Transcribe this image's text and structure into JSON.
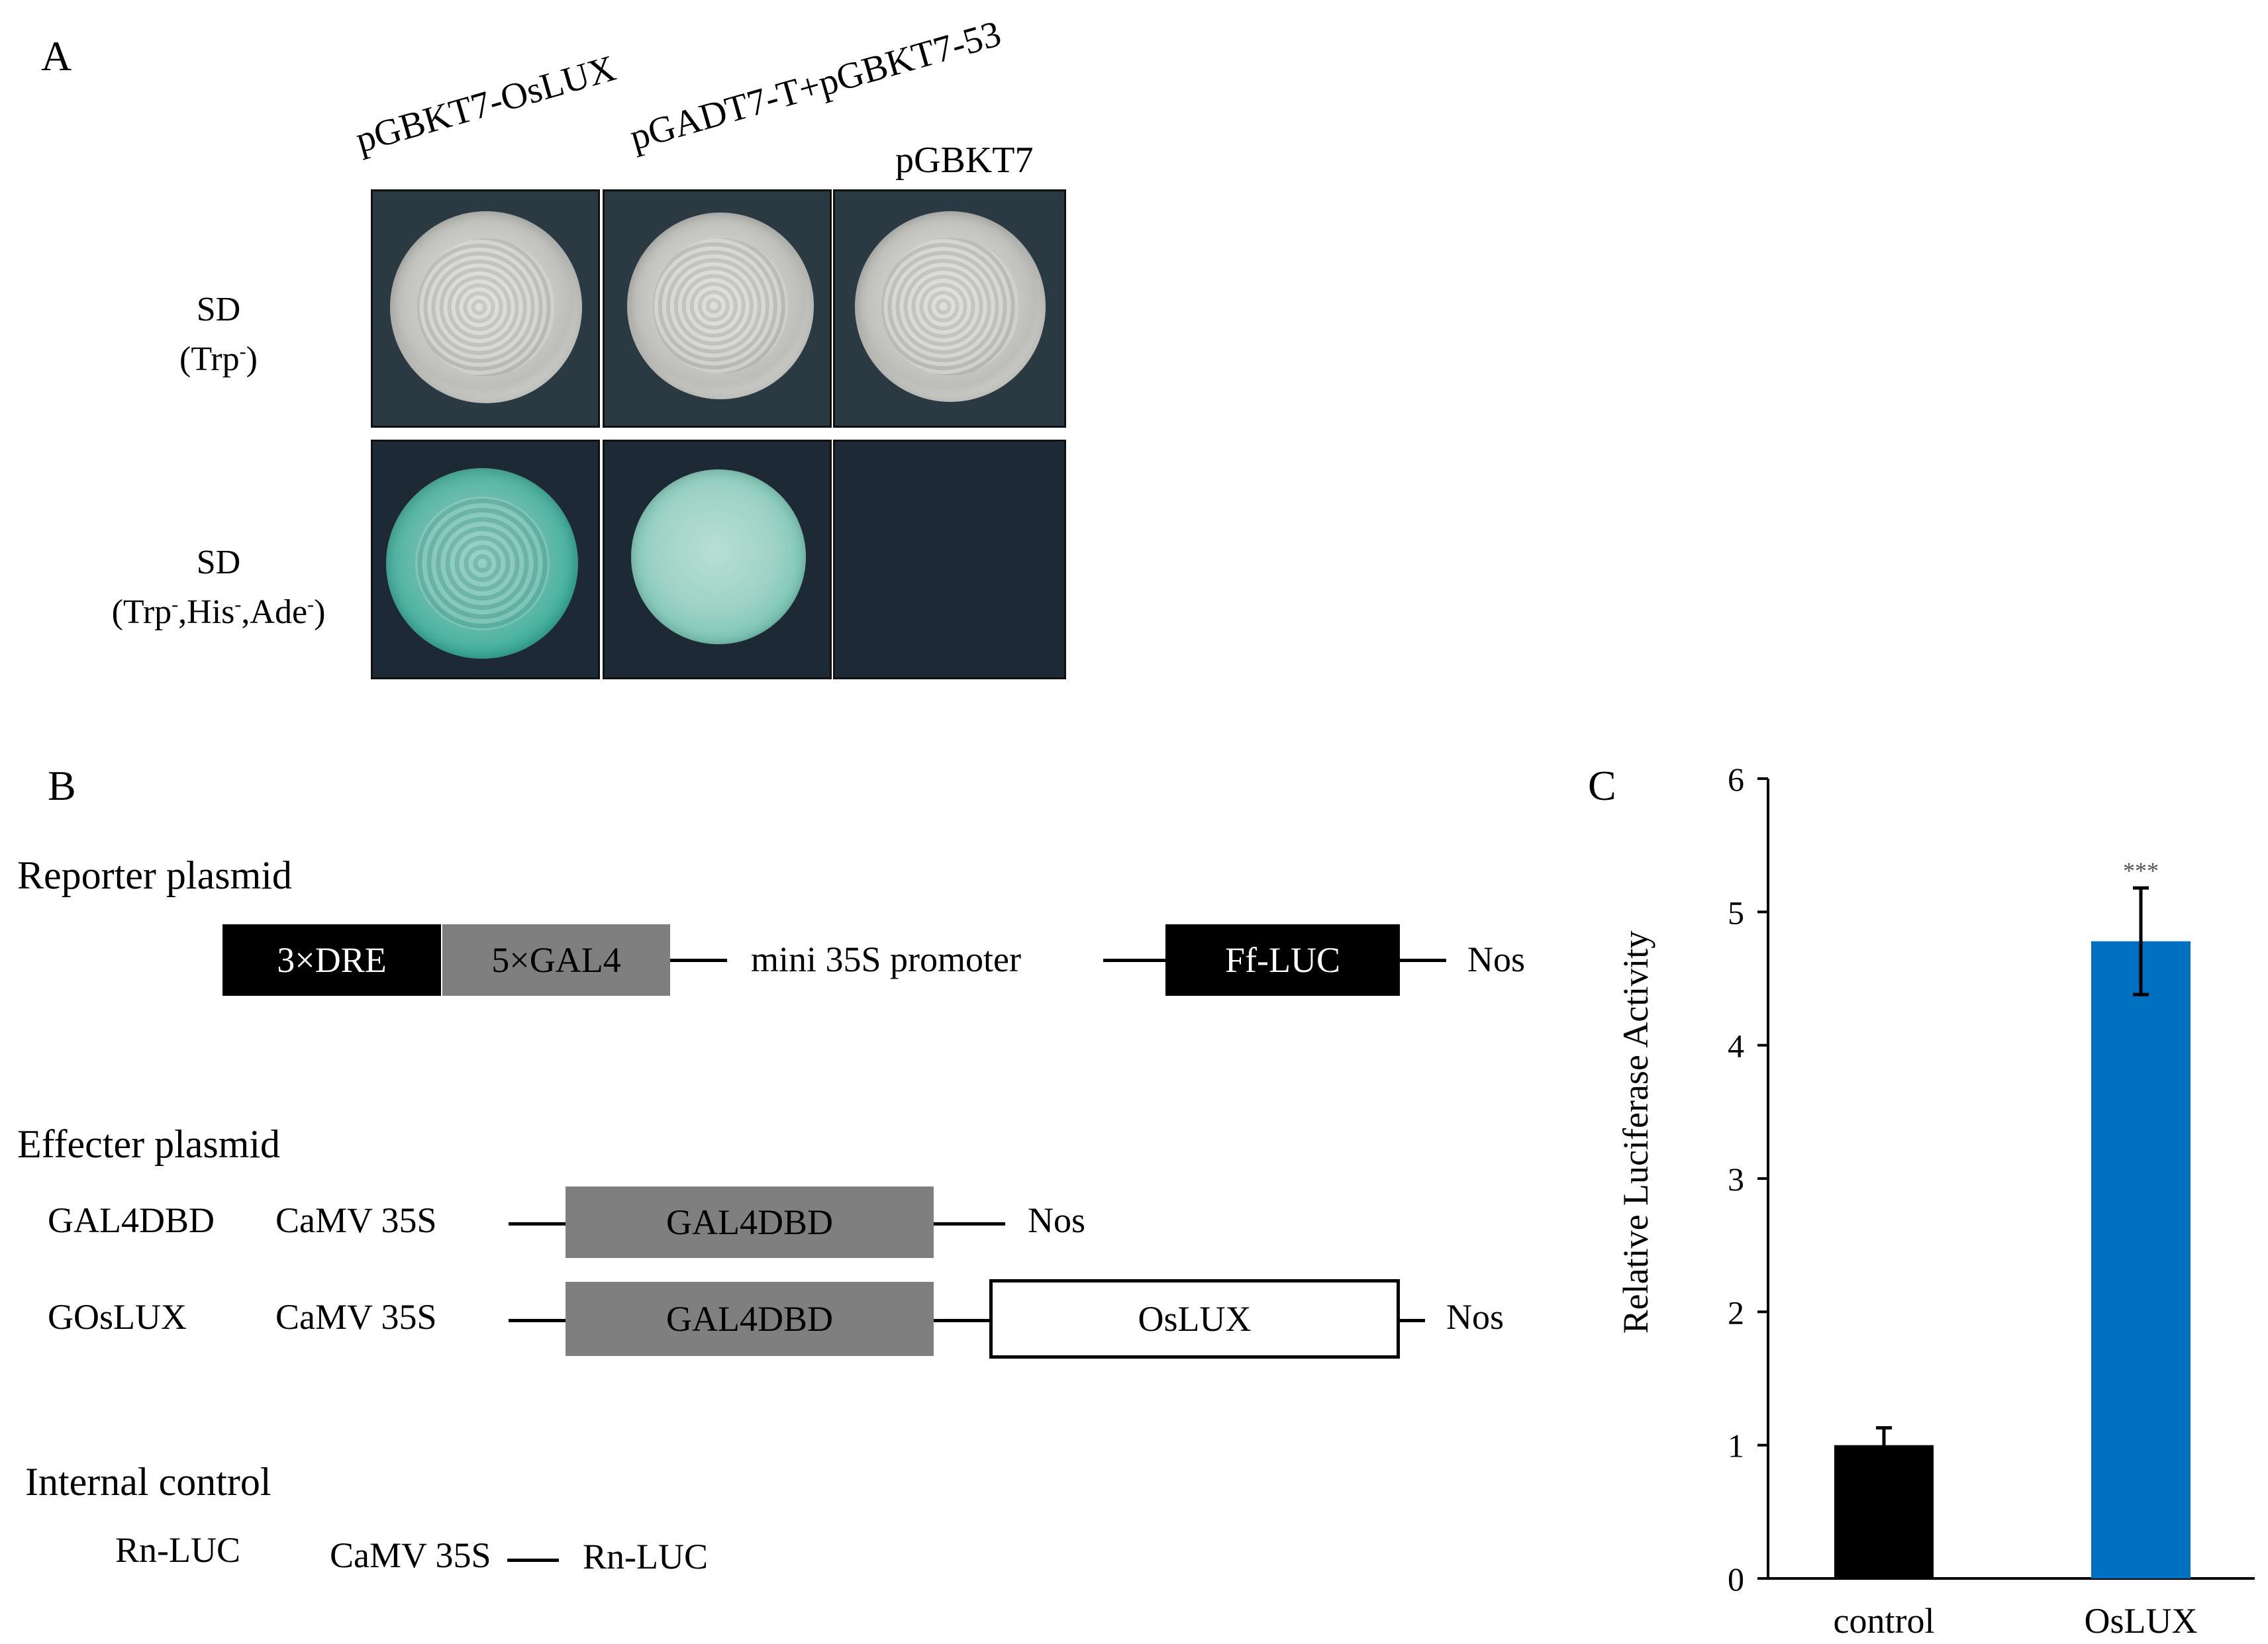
{
  "panelA": {
    "letter": "A",
    "columns": [
      "pGBKT7-OsLUX",
      "pGADT7-T+pGBKT7-53",
      "pGBKT7"
    ],
    "rows": [
      {
        "line1": "SD",
        "line2_parts": [
          "(Trp",
          "-",
          ")"
        ]
      },
      {
        "line1": "SD",
        "line2_parts": [
          "(Trp",
          "-",
          ",His",
          "-",
          ",Ade",
          "-",
          ")"
        ]
      }
    ]
  },
  "panelB": {
    "letter": "B",
    "reporter": {
      "title": "Reporter plasmid",
      "box1": "3×DRE",
      "box2": "5×GAL4",
      "promoter": "mini 35S promoter",
      "box3": "Ff-LUC",
      "end": "Nos"
    },
    "effecter": {
      "title": "Effecter plasmid",
      "row1": {
        "name": "GAL4DBD",
        "promoter": "CaMV 35S",
        "box": "GAL4DBD",
        "end": "Nos"
      },
      "row2": {
        "name": "GOsLUX",
        "promoter": "CaMV 35S",
        "box": "GAL4DBD",
        "box2": "OsLUX",
        "end": "Nos"
      }
    },
    "internal": {
      "title": "Internal control",
      "name": "Rn-LUC",
      "promoter": "CaMV 35S",
      "end": "Rn-LUC"
    }
  },
  "panelC": {
    "letter": "C"
  },
  "chart_data": {
    "type": "bar",
    "categories": [
      "control",
      "OsLUX"
    ],
    "values": [
      1.0,
      4.78
    ],
    "errors": [
      0.13,
      0.4
    ],
    "colors": [
      "#000000",
      "#0070c0"
    ],
    "significance": [
      "",
      "***"
    ],
    "ylabel": "Relative Luciferase Activity",
    "xlabel": "",
    "ylim": [
      0,
      6
    ],
    "yticks": [
      "0",
      "1",
      "2",
      "3",
      "4",
      "5",
      "6"
    ],
    "grid": false
  }
}
